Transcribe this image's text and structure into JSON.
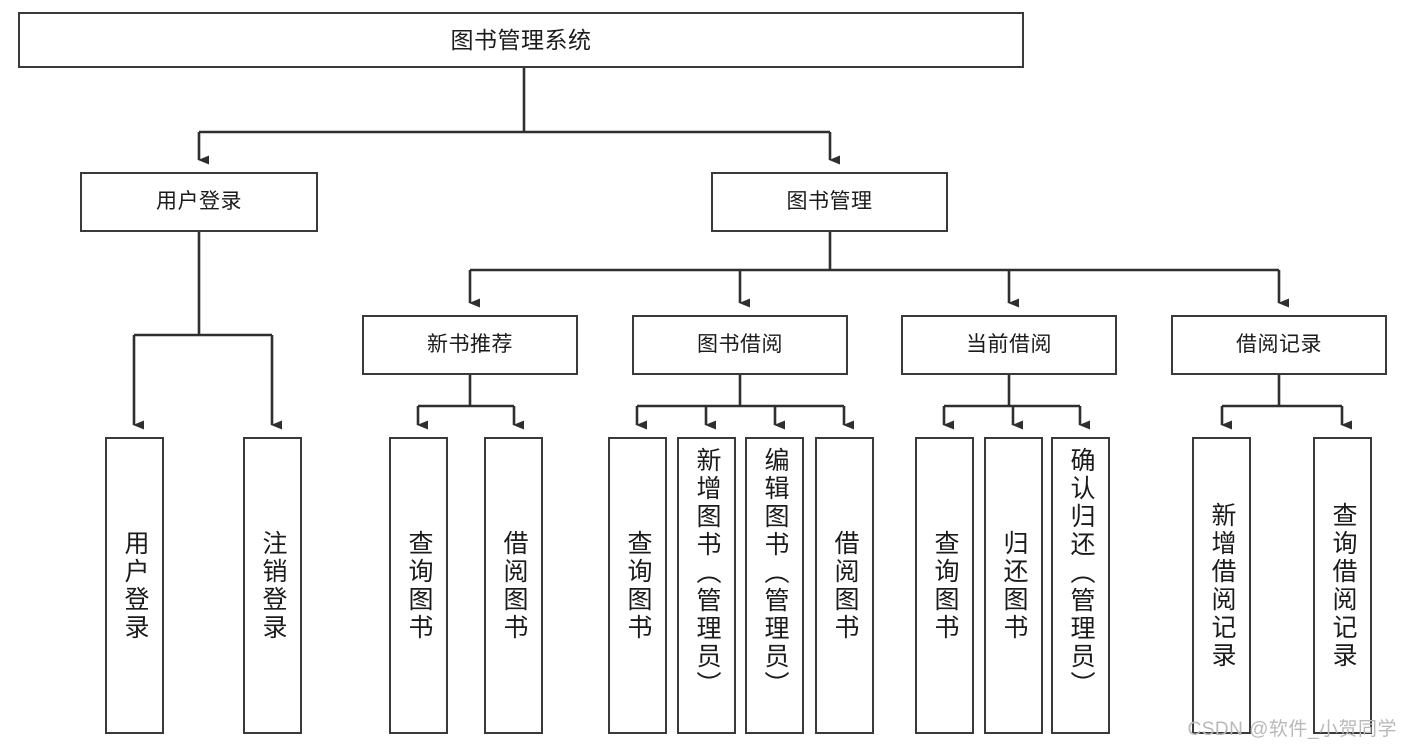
{
  "diagram": {
    "title": "图书管理系统",
    "type": "tree-hierarchy",
    "watermark": "CSDN @软件_小贺同学",
    "style": {
      "box_border_color": "#3a3a3a",
      "box_fill_color": "#ffffff",
      "line_color": "#2f2f2f",
      "text_color": "#1b1b1b",
      "background": "#ffffff"
    }
  },
  "nodes": {
    "root": {
      "label": "图书管理系统"
    },
    "level1": [
      {
        "label": "用户登录"
      },
      {
        "label": "图书管理"
      }
    ],
    "level2": [
      {
        "label": "新书推荐"
      },
      {
        "label": "图书借阅"
      },
      {
        "label": "当前借阅"
      },
      {
        "label": "借阅记录"
      }
    ],
    "leaves": {
      "user_login": [
        {
          "label": "用户登录"
        },
        {
          "label": "注销登录"
        }
      ],
      "new_book_recommend": [
        {
          "label": "查询图书"
        },
        {
          "label": "借阅图书"
        }
      ],
      "book_borrow": [
        {
          "label": "查询图书"
        },
        {
          "label": "新增图书（管理员）"
        },
        {
          "label": "编辑图书（管理员）"
        },
        {
          "label": "借阅图书"
        }
      ],
      "current_borrow": [
        {
          "label": "查询图书"
        },
        {
          "label": "归还图书"
        },
        {
          "label": "确认归还（管理员）"
        }
      ],
      "borrow_record": [
        {
          "label": "新增借阅记录"
        },
        {
          "label": "查询借阅记录"
        }
      ]
    }
  }
}
